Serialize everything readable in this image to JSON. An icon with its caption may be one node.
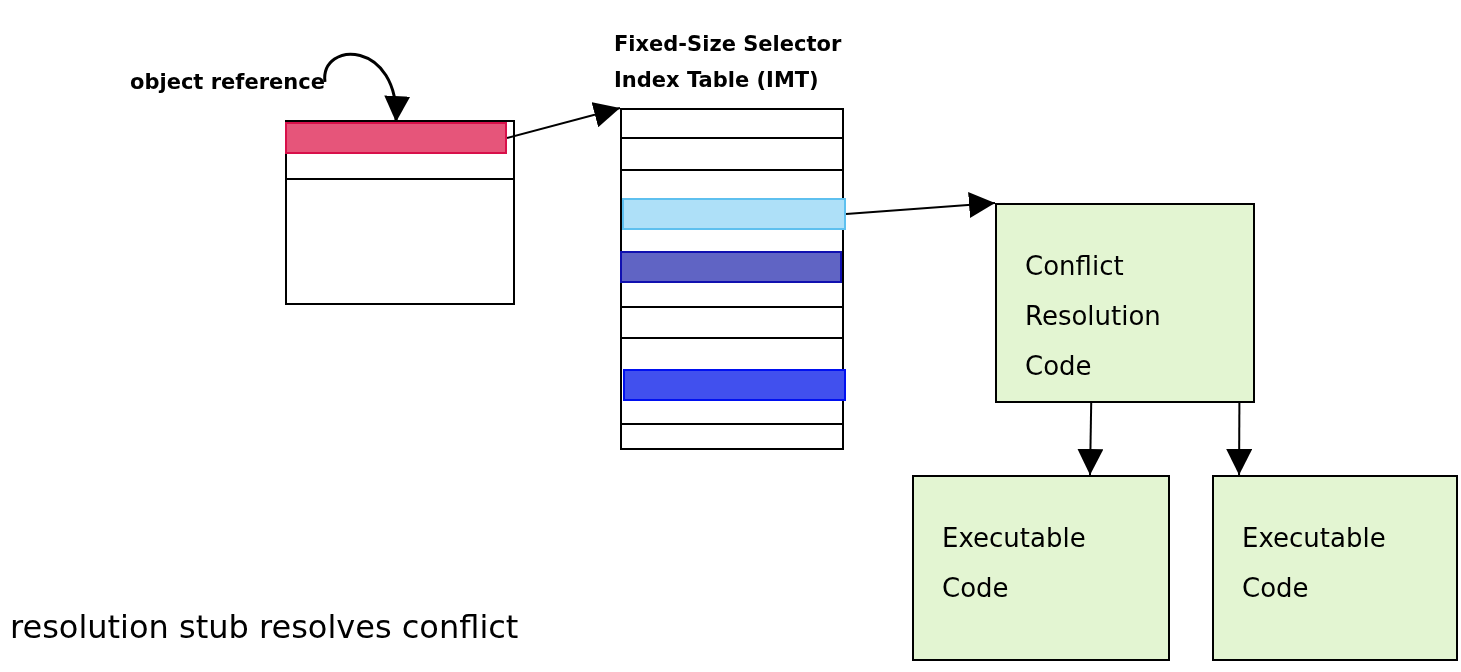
{
  "diagram": {
    "nodes": [
      {
        "text": [
          "object reference"
        ]
      },
      {
        "text": [],
        "shape": "box"
      },
      {
        "text": [],
        "shape": "bar",
        "in": 1
      },
      {
        "text": [
          "Fixed-Size Selector Index Table (IMT)"
        ]
      },
      {
        "text": [],
        "shape": "bar",
        "in": 3
      },
      {
        "text": [],
        "shape": "bar",
        "in": 3
      },
      {
        "text": [],
        "shape": "bar",
        "in": 3
      },
      {
        "text": [
          "Conflict Resolution Code"
        ]
      },
      {
        "text": [
          "Executable Code"
        ]
      },
      {
        "text": [
          "Executable Code"
        ]
      }
    ],
    "edges": [
      {
        "from": 0,
        "to": 2,
        "arrow": "to"
      },
      {
        "from": 2,
        "to": 3,
        "arrow": "to"
      },
      {
        "from": 4,
        "to": 7,
        "arrow": "to"
      },
      {
        "from": 7,
        "to": 8,
        "arrow": "to"
      },
      {
        "from": 7,
        "to": 9,
        "arrow": "to"
      }
    ],
    "labels": [
      "resolution stub resolves conflict"
    ]
  }
}
